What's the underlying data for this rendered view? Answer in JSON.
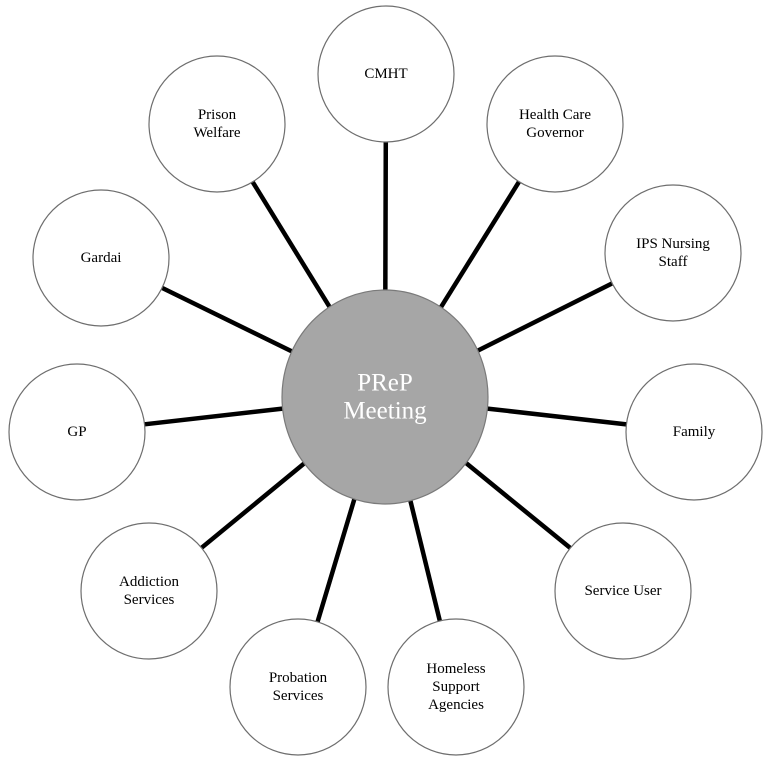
{
  "hub": {
    "label": [
      "PReP",
      "Meeting"
    ]
  },
  "nodes": [
    {
      "id": "cmht",
      "label": [
        "CMHT"
      ]
    },
    {
      "id": "health-care-governor",
      "label": [
        "Health Care",
        "Governor"
      ]
    },
    {
      "id": "ips-nursing-staff",
      "label": [
        "IPS Nursing",
        "Staff"
      ]
    },
    {
      "id": "family",
      "label": [
        "Family"
      ]
    },
    {
      "id": "service-user",
      "label": [
        "Service User"
      ]
    },
    {
      "id": "homeless-support-agencies",
      "label": [
        "Homeless",
        "Support",
        "Agencies"
      ]
    },
    {
      "id": "probation-services",
      "label": [
        "Probation",
        "Services"
      ]
    },
    {
      "id": "addiction-services",
      "label": [
        "Addiction",
        "Services"
      ]
    },
    {
      "id": "gp",
      "label": [
        "GP"
      ]
    },
    {
      "id": "gardai",
      "label": [
        "Gardai"
      ]
    },
    {
      "id": "prison-welfare",
      "label": [
        "Prison",
        "Welfare"
      ]
    }
  ],
  "colors": {
    "hub_fill": "#a6a6a6",
    "hub_text": "#ffffff",
    "node_fill": "#ffffff",
    "node_stroke": "#6e6e6e",
    "spoke": "#000000"
  }
}
